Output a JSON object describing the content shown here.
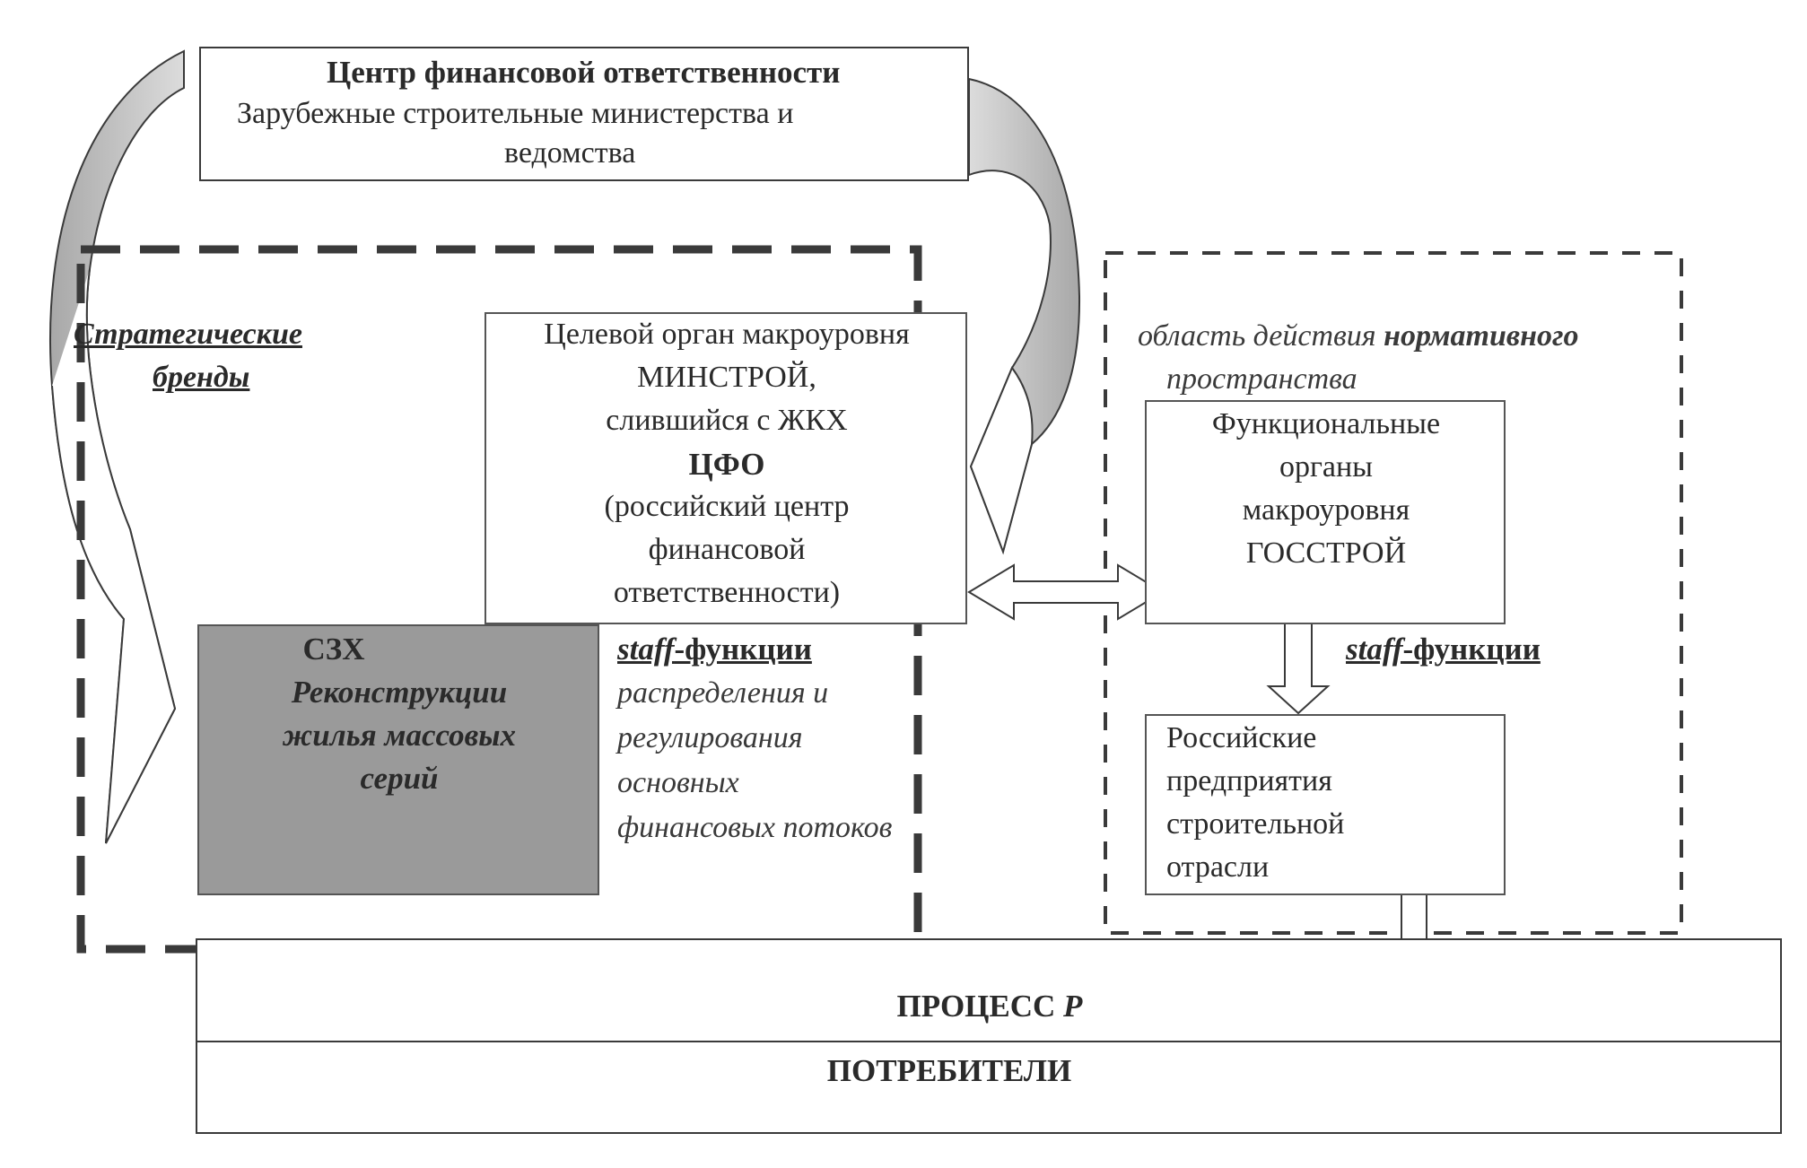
{
  "top_box": {
    "title": "Центр финансовой ответственности",
    "line1": "Зарубежные строительные министерства и",
    "line2": "ведомства"
  },
  "strategic_label": {
    "line1": "Стратегические",
    "line2": "бренды"
  },
  "target_box": {
    "line1": "Целевой орган макроуровня",
    "line2": "МИНСТРОЙ,",
    "line3": "слившийся с ЖКХ",
    "line4": "ЦФО",
    "line5": "(российский центр",
    "line6": "финансовой",
    "line7": "ответственности)"
  },
  "szh_box": {
    "line1": "СЗХ",
    "line2": "Реконструкции",
    "line3": "жилья массовых",
    "line4": "серий"
  },
  "staff_left": {
    "prefix": "staff",
    "suffix": "-функции",
    "line1": "распределения и",
    "line2": "регулирования",
    "line3": "основных",
    "line4": "финансовых потоков"
  },
  "normative_label": {
    "prefix": "область действия ",
    "bold": "нормативного",
    "line2": "пространства"
  },
  "func_box": {
    "line1": "Функциональные",
    "line2": "органы",
    "line3": "макроуровня",
    "line4": "ГОССТРОЙ"
  },
  "staff_right": {
    "prefix": "staff",
    "suffix": "-функции"
  },
  "enterprises_box": {
    "line1": "Российские",
    "line2": "предприятия",
    "line3": "строительной",
    "line4": "отрасли"
  },
  "process_box": {
    "label": "ПРОЦЕСС ",
    "label_var": "Р"
  },
  "consumers_box": {
    "label": "ПОТРЕБИТЕЛИ"
  },
  "colors": {
    "line": "#3a3a3a",
    "dash_heavy": "#3a3a3a",
    "shade": "#c8c8c8",
    "szh_fill": "#9a9a9a"
  }
}
